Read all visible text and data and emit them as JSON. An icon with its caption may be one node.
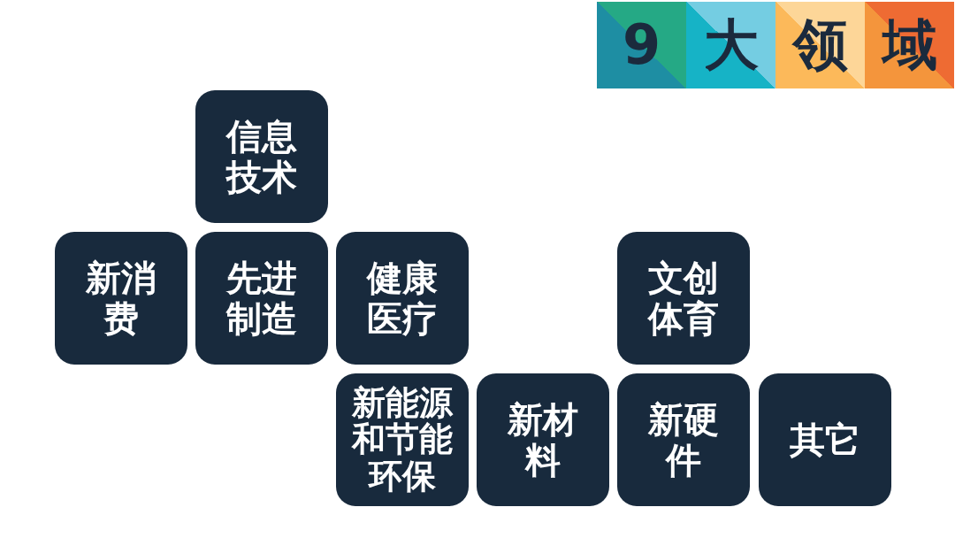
{
  "diagram": {
    "title": "9 大 领 域",
    "nodes": [
      {
        "text": [
          "信息技术"
        ]
      },
      {
        "text": [
          "新消费"
        ]
      },
      {
        "text": [
          "先进制造"
        ]
      },
      {
        "text": [
          "健康医疗"
        ]
      },
      {
        "text": [
          "文创体育"
        ]
      },
      {
        "text": [
          "新能源和节能环保"
        ]
      },
      {
        "text": [
          "新材料"
        ]
      },
      {
        "text": [
          "新硬件"
        ]
      },
      {
        "text": [
          "其它"
        ]
      }
    ]
  }
}
